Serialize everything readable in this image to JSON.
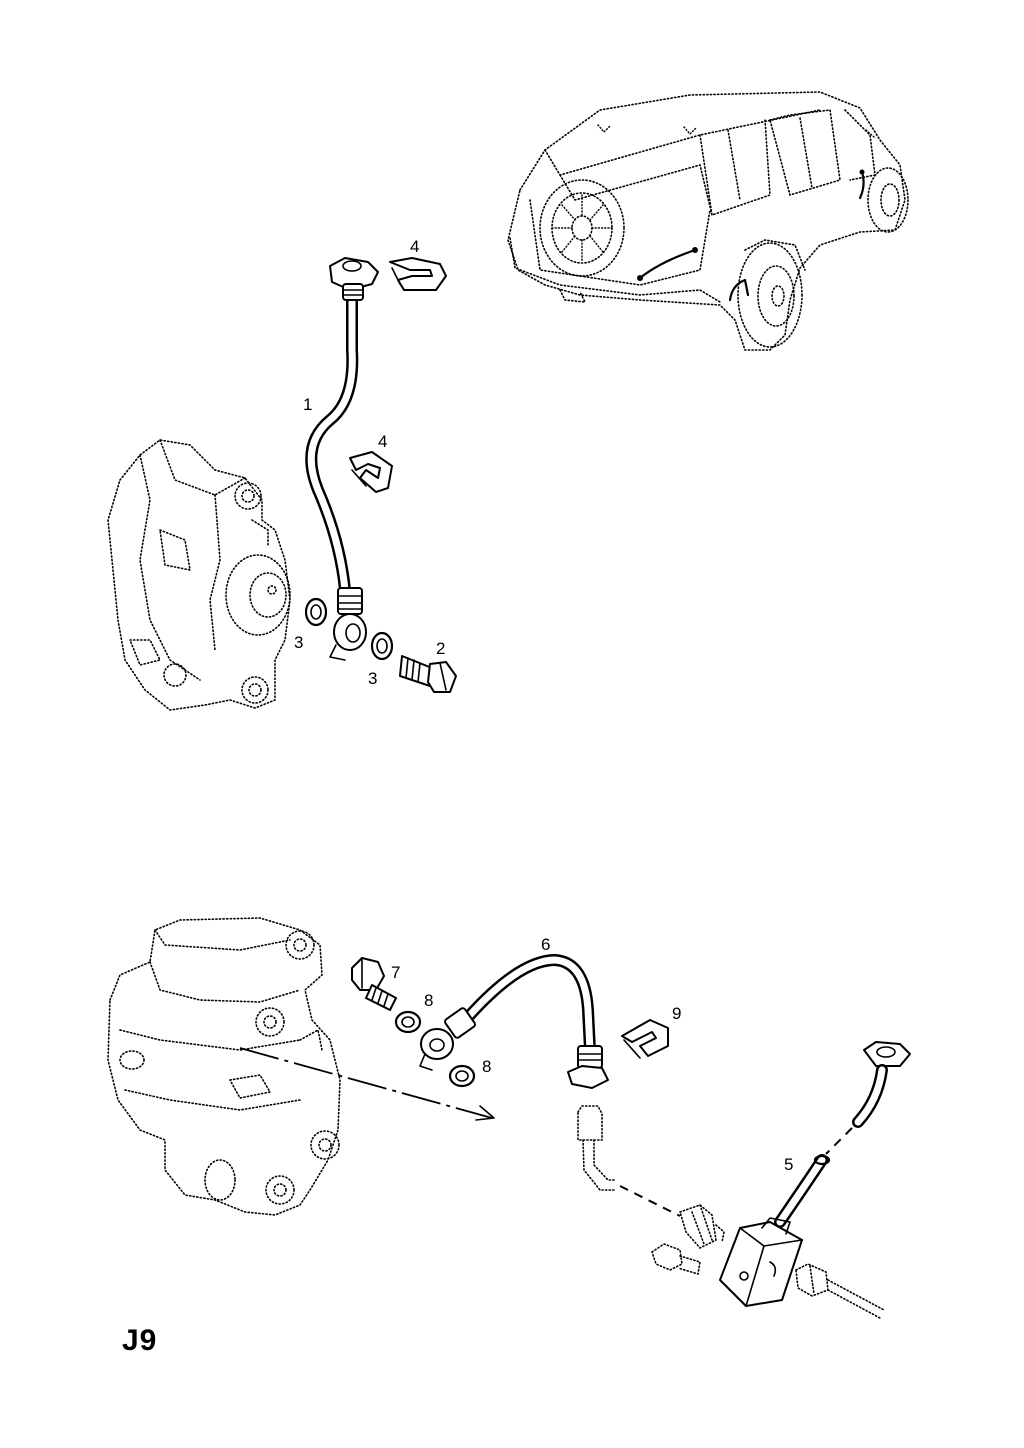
{
  "diagram": {
    "page_code": "J9",
    "callouts": {
      "c1": "1",
      "c2": "2",
      "c3a": "3",
      "c3b": "3",
      "c4a": "4",
      "c4b": "4",
      "c5": "5",
      "c6": "6",
      "c7": "7",
      "c8a": "8",
      "c8b": "8",
      "c9": "9"
    },
    "icons": {
      "vehicle": "suv-rear-view-icon",
      "caliper_top": "brake-caliper-icon",
      "caliper_bottom": "brake-caliper-icon",
      "hose": "brake-hose-icon",
      "clip": "retaining-clip-icon",
      "washer": "sealing-washer-icon",
      "bolt": "banjo-bolt-icon"
    }
  }
}
